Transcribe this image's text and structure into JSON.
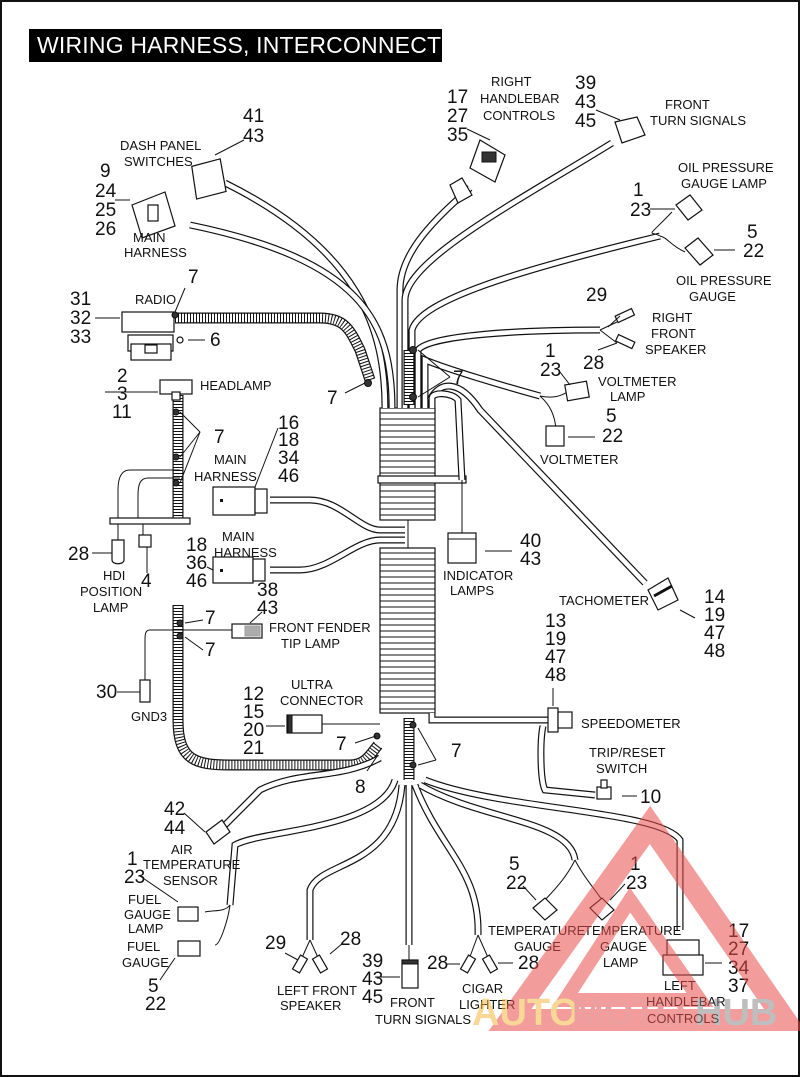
{
  "title": "WIRING HARNESS, INTERCONNECT",
  "components": {
    "dash_panel_switches": {
      "label": [
        "DASH PANEL",
        "SWITCHES"
      ],
      "refs": [
        "41",
        "43"
      ]
    },
    "main_harness_top": {
      "label": [
        "MAIN",
        "HARNESS"
      ],
      "refs": [
        "9",
        "24",
        "25",
        "26"
      ]
    },
    "right_handlebar_controls": {
      "label": [
        "RIGHT",
        "HANDLEBAR",
        "CONTROLS"
      ],
      "refs": [
        "17",
        "27",
        "35"
      ]
    },
    "front_turn_signals_top": {
      "label": [
        "FRONT",
        "TURN SIGNALS"
      ],
      "refs": [
        "39",
        "43",
        "45"
      ]
    },
    "oil_pressure_gauge_lamp": {
      "label": [
        "OIL PRESSURE",
        "GAUGE LAMP"
      ],
      "refs": [
        "1",
        "23"
      ]
    },
    "oil_pressure_gauge": {
      "label": [
        "OIL PRESSURE",
        "GAUGE"
      ],
      "refs": [
        "5",
        "22"
      ]
    },
    "radio": {
      "label": [
        "RADIO"
      ],
      "refs": [
        "31",
        "32",
        "33"
      ],
      "clip_ref": "7",
      "nut_ref": "6"
    },
    "right_front_speaker": {
      "label": [
        "RIGHT",
        "FRONT",
        "SPEAKER"
      ],
      "refs_a": [
        "29"
      ],
      "refs_b": [
        "28"
      ]
    },
    "voltmeter_lamp": {
      "label": [
        "VOLTMETER",
        "LAMP"
      ],
      "refs": [
        "1",
        "23"
      ]
    },
    "voltmeter": {
      "label": [
        "VOLTMETER"
      ],
      "refs": [
        "5",
        "22"
      ]
    },
    "headlamp": {
      "label": [
        "HEADLAMP"
      ],
      "refs": [
        "2",
        "3",
        "11"
      ]
    },
    "main_harness_mid": {
      "label": [
        "MAIN",
        "HARNESS"
      ],
      "refs": [
        "16",
        "18",
        "34",
        "46"
      ]
    },
    "main_harness_low": {
      "label": [
        "MAIN",
        "HARNESS"
      ],
      "refs": [
        "18",
        "36",
        "46"
      ]
    },
    "hdi_position_lamp": {
      "label": [
        "HDI",
        "POSITION",
        "LAMP"
      ],
      "refs": [
        "28"
      ],
      "aux_ref": "4"
    },
    "indicator_lamps": {
      "label": [
        "INDICATOR",
        "LAMPS"
      ],
      "refs": [
        "40",
        "43"
      ]
    },
    "tachometer": {
      "label": [
        "TACHOMETER"
      ],
      "refs": [
        "14",
        "19",
        "47",
        "48"
      ]
    },
    "front_fender_tip_lamp": {
      "label": [
        "FRONT FENDER",
        "TIP LAMP"
      ],
      "refs": [
        "38",
        "43"
      ]
    },
    "gnd3": {
      "label": [
        "GND3"
      ],
      "refs": [
        "30"
      ]
    },
    "ultra_connector": {
      "label": [
        "ULTRA",
        "CONNECTOR"
      ],
      "refs": [
        "12",
        "15",
        "20",
        "21"
      ]
    },
    "speedometer": {
      "label": [
        "SPEEDOMETER"
      ],
      "refs": [
        "13",
        "19",
        "47",
        "48"
      ]
    },
    "trip_reset_switch": {
      "label": [
        "TRIP/RESET",
        "SWITCH"
      ],
      "refs": [
        "10"
      ]
    },
    "air_temperature_sensor": {
      "label": [
        "AIR",
        "TEMPERATURE",
        "SENSOR"
      ],
      "refs": [
        "42",
        "44"
      ]
    },
    "fuel_gauge_lamp": {
      "label": [
        "FUEL",
        "GAUGE",
        "LAMP"
      ],
      "refs": [
        "1",
        "23"
      ]
    },
    "fuel_gauge": {
      "label": [
        "FUEL",
        "GAUGE"
      ],
      "refs": [
        "5",
        "22"
      ]
    },
    "left_front_speaker": {
      "label": [
        "LEFT FRONT",
        "SPEAKER"
      ],
      "refs_a": [
        "29"
      ],
      "refs_b": [
        "28"
      ]
    },
    "front_turn_signals_bottom": {
      "label": [
        "FRONT",
        "TURN SIGNALS"
      ],
      "refs": [
        "39",
        "43",
        "45"
      ]
    },
    "cigar_lighter": {
      "label": [
        "CIGAR",
        "LIGHTER"
      ],
      "refs_a": [
        "28"
      ],
      "refs_b": [
        "28"
      ]
    },
    "temperature_gauge": {
      "label": [
        "TEMPERATURE",
        "GAUGE"
      ],
      "refs": [
        "5",
        "22"
      ]
    },
    "temperature_gauge_lamp": {
      "label": [
        "TEMPERATURE",
        "GAUGE",
        "LAMP"
      ],
      "refs": [
        "1",
        "23"
      ]
    },
    "left_handlebar_controls": {
      "label": [
        "LEFT",
        "HANDLEBAR",
        "CONTROLS"
      ],
      "refs": [
        "17",
        "27",
        "34",
        "37"
      ]
    }
  },
  "clip_refs": {
    "upper_left_clip": "7",
    "upper_center_clips": "7",
    "headlamp_clips": "7",
    "fender_clip_upper": "7",
    "fender_clip_lower": "7",
    "lower_left_clip": "7",
    "lower_center_clips": "7",
    "lower_left_connector": "8"
  },
  "watermark": {
    "part1": "AUTO",
    "part2": "MOTO",
    "part3": "HUB",
    "color_auto": "#f5b841",
    "color_moto": "#e05050",
    "color_hub": "#8a8a8a",
    "triangle_color": "#e84c4c"
  }
}
